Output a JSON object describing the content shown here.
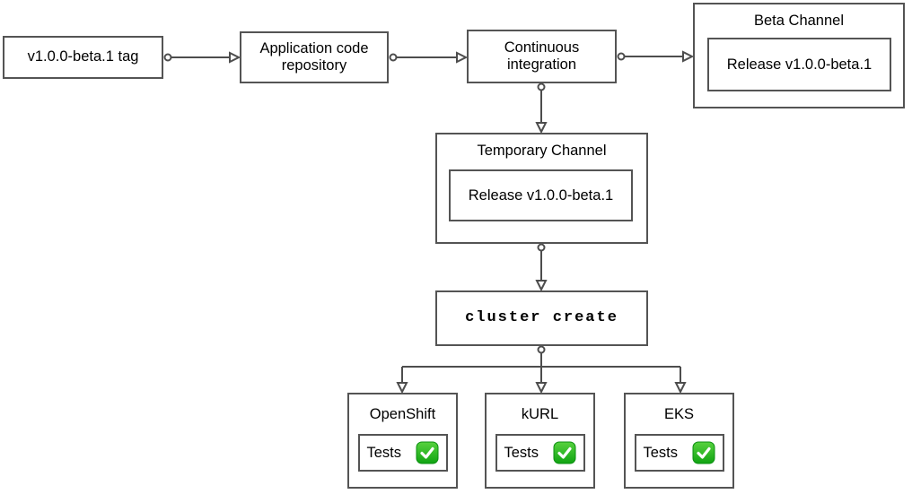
{
  "diagram": {
    "nodes": {
      "version_tag": {
        "label": "v1.0.0-beta.1 tag"
      },
      "app_repo": {
        "label": "Application code repository"
      },
      "continuous_integration": {
        "label": "Continuous integration"
      },
      "beta_channel": {
        "title": "Beta Channel",
        "release_label": "Release v1.0.0-beta.1"
      },
      "temporary_channel": {
        "title": "Temporary Channel",
        "release_label": "Release v1.0.0-beta.1"
      },
      "cluster_create": {
        "label": "cluster create"
      },
      "clusters": [
        {
          "title": "OpenShift",
          "tests_label": "Tests",
          "status_icon": "check-mark-green"
        },
        {
          "title": "kURL",
          "tests_label": "Tests",
          "status_icon": "check-mark-green"
        },
        {
          "title": "EKS",
          "tests_label": "Tests",
          "status_icon": "check-mark-green"
        }
      ]
    },
    "connectors": {
      "source_marker": "open-circle",
      "target_marker": "open-triangle-arrowhead"
    },
    "colors": {
      "border": "#545454",
      "connector": "#4d4d4d",
      "background": "#ffffff",
      "check_green_top": "#57d23f",
      "check_green_bottom": "#0fa312",
      "check_mark": "#ffffff",
      "text": "#000000"
    }
  }
}
